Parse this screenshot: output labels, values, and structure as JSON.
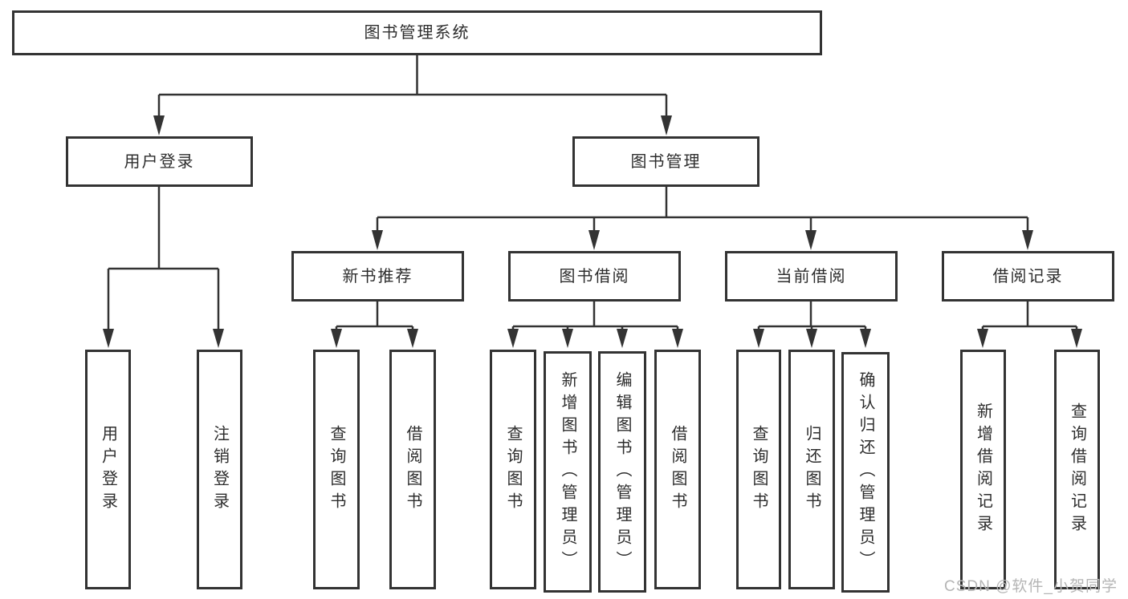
{
  "diagram": {
    "root": {
      "label": "图书管理系统"
    },
    "branches": [
      {
        "label": "用户登录",
        "children": [
          {
            "label": "用户登录"
          },
          {
            "label": "注销登录"
          }
        ]
      },
      {
        "label": "图书管理",
        "children": [
          {
            "label": "新书推荐",
            "children": [
              {
                "label": "查询图书"
              },
              {
                "label": "借阅图书"
              }
            ]
          },
          {
            "label": "图书借阅",
            "children": [
              {
                "label": "查询图书"
              },
              {
                "label": "新增图书（管理员）"
              },
              {
                "label": "编辑图书（管理员）"
              },
              {
                "label": "借阅图书"
              }
            ]
          },
          {
            "label": "当前借阅",
            "children": [
              {
                "label": "查询图书"
              },
              {
                "label": "归还图书"
              },
              {
                "label": "确认归还（管理员）"
              }
            ]
          },
          {
            "label": "借阅记录",
            "children": [
              {
                "label": "新增借阅记录"
              },
              {
                "label": "查询借阅记录"
              }
            ]
          }
        ]
      }
    ]
  },
  "watermark": {
    "text": "CSDN @软件_小贺同学"
  },
  "colors": {
    "line": "#333333",
    "border": "#333333",
    "text": "#2d2d2d",
    "watermark": "#b5b5b5",
    "background": "#ffffff"
  }
}
